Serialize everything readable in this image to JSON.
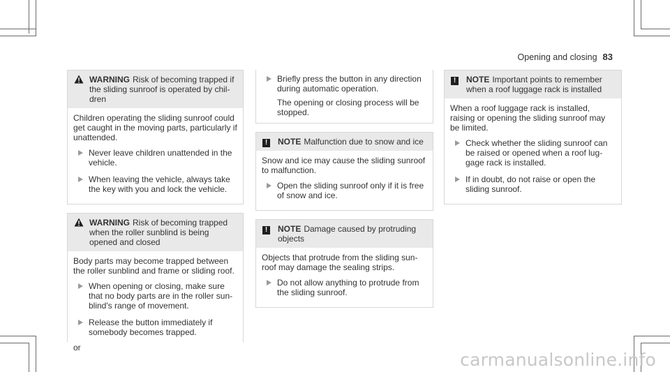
{
  "header": {
    "section": "Opening and closing",
    "page": "83"
  },
  "col1": {
    "warn1": {
      "keyword": "WARNING",
      "title": "Risk of becoming trapped if the sliding sunroof is operated by chil­dren",
      "text": "Children operating the sliding sunroof could get caught in the moving parts, particularly if unattended.",
      "steps": [
        "Never leave children unattended in the vehicle.",
        "When leaving the vehicle, always take the key with you and lock the vehicle."
      ]
    },
    "warn2": {
      "keyword": "WARNING",
      "title": "Risk of becoming trapped when the roller sunblind is being opened and closed",
      "text": "Body parts may become trapped between the roller sunblind and frame or sliding roof.",
      "steps": [
        "When opening or closing, make sure that no body parts are in the roller sun­blind's range of movement.",
        "Release the button immediately if somebody becomes trapped."
      ],
      "or": "or"
    }
  },
  "col2": {
    "cont_step": "Briefly press the button in any direction during automatic operation.",
    "cont_text": "The opening or closing process will be stopped.",
    "note1": {
      "keyword": "NOTE",
      "title": "Malfunction due to snow and ice",
      "text": "Snow and ice may cause the sliding sunroof to malfunction.",
      "step": "Open the sliding sunroof only if it is free of snow and ice."
    },
    "note2": {
      "keyword": "NOTE",
      "title": "Damage caused by protruding objects",
      "text": "Objects that protrude from the sliding sun­roof may damage the sealing strips.",
      "step": "Do not allow anything to protrude from the sliding sunroof."
    }
  },
  "col3": {
    "note3": {
      "keyword": "NOTE",
      "title": "Important points to remember when a roof luggage rack is installed",
      "text": "When a roof luggage rack is installed, raising or opening the sliding sunroof may be limi­ted.",
      "steps": [
        "Check whether the sliding sunroof can be raised or opened when a roof lug­gage rack is installed.",
        "If in doubt, do not raise or open the sliding sunroof."
      ]
    }
  },
  "watermark": "carmanualsonline.info",
  "icons": {
    "warning": "warning-triangle-icon",
    "note": "note-exclamation-icon",
    "step": "step-arrow-icon"
  }
}
